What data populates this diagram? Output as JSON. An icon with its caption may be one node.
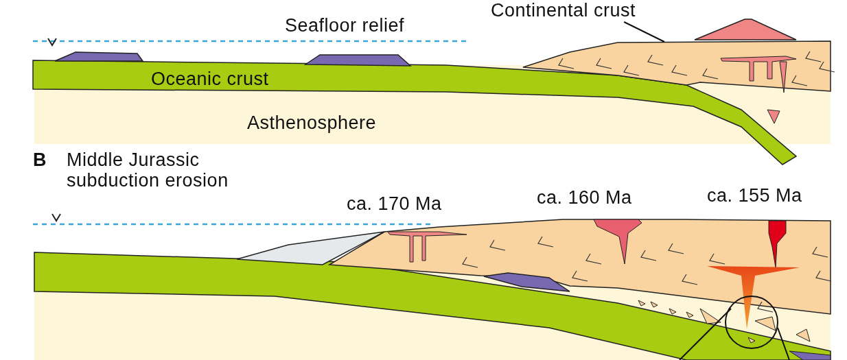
{
  "diagram": {
    "nodes": [
      {
        "text": [
          "Continental crust"
        ]
      },
      {
        "text": [],
        "shape": "picture"
      }
    ],
    "edges": [
      {
        "from": 0,
        "to": 1,
        "arrow": "none"
      }
    ],
    "labels": [
      "Seafloor relief",
      "Oceanic crust",
      "Asthenosphere",
      "B",
      "Middle Jurassic subduction erosion",
      "ca. 170 Ma",
      "ca. 160 Ma",
      "ca. 155 Ma"
    ]
  }
}
